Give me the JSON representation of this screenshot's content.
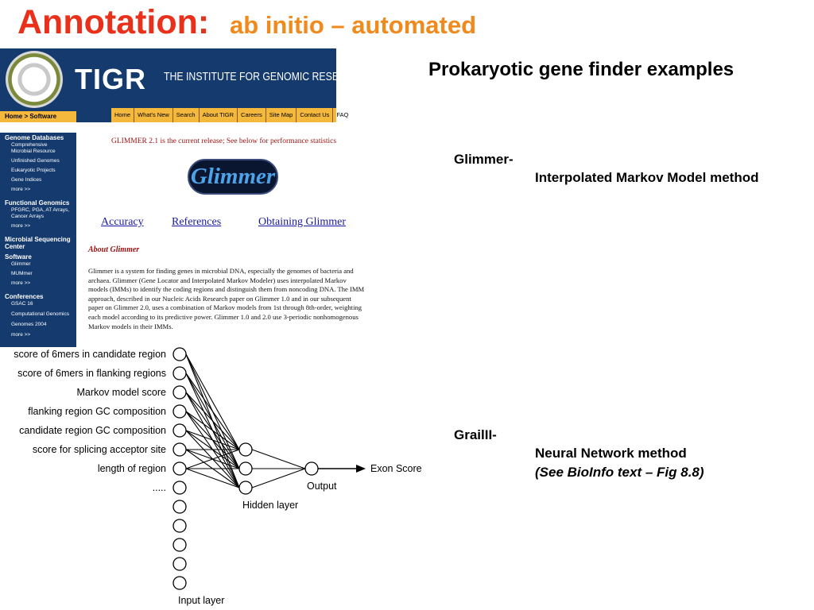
{
  "slide": {
    "title": "Annotation:",
    "subtitle": "ab initio – automated",
    "heading": "Prokaryotic gene finder examples",
    "glimmer_label": "Glimmer-",
    "glimmer_method": "Interpolated Markov Model method",
    "grail_label": "GrailII-",
    "grail_method": "Neural Network method",
    "grail_ref": "(See BioInfo text – Fig 8.8)"
  },
  "tigr_page": {
    "logo_text": "TIGR",
    "institute": "THE INSTITUTE FOR GENOMIC RESEARCH",
    "nav": [
      "Home",
      "What's New",
      "Search",
      "About TIGR",
      "Careers",
      "Site Map",
      "Contact Us",
      "FAQ"
    ],
    "breadcrumb": "Home > Software",
    "sidebar": [
      {
        "head": "Genome Databases",
        "items": [
          "Comprehensive Microbial Resource",
          "Unfinished Genomes",
          "Eukaryotic Projects",
          "Gene Indices",
          "more >>"
        ]
      },
      {
        "head": "Functional Genomics",
        "items": [
          "PFGRC, PGA, AT Arrays, Cancer Arrays",
          "more >>"
        ]
      },
      {
        "head": "Microbial Sequencing Center",
        "items": []
      },
      {
        "head": "Software",
        "items": [
          "Glimmer",
          "MUMmer",
          "more >>"
        ]
      },
      {
        "head": "Conferences",
        "items": [
          "GSAC 16",
          "Computational Genomics",
          "Genomes 2004",
          "more >>"
        ]
      }
    ],
    "release_notice": "GLIMMER 2.1 is the current release; See below for performance statistics",
    "glimmer_logo": "Glimmer",
    "links": [
      "Accuracy",
      "References",
      "Obtaining Glimmer"
    ],
    "about_heading": "About Glimmer",
    "about_lines": [
      "Glimmer is a system for finding genes in microbial DNA, especially the genomes of bacteria and",
      "archaea. Glimmer (Gene Locator and Interpolated Markov Modeler) uses interpolated Markov",
      "models (IMMs) to identify the coding regions and distinguish them from noncoding DNA. The IMM",
      "approach, described in our Nucleic Acids Research paper on Glimmer 1.0 and in our subsequent",
      "paper on Glimmer 2.0, uses a combination of Markov models from 1st through 8th-order, weighting",
      "each model according to its predictive power. Glimmer 1.0 and 2.0 use 3-periodic nonhomogenous",
      "Markov models in their IMMs."
    ]
  },
  "network": {
    "inputs": [
      "score of 6mers in candidate region",
      "score of 6mers in flanking regions",
      "Markov model score",
      "flanking region GC composition",
      "candidate region GC composition",
      "score for splicing acceptor site",
      "length of region",
      "....."
    ],
    "input_layer_label": "Input layer",
    "hidden_layer_label": "Hidden layer",
    "output_label": "Output",
    "exon_label": "Exon Score",
    "input_node_count": 13,
    "hidden_node_count": 3
  }
}
